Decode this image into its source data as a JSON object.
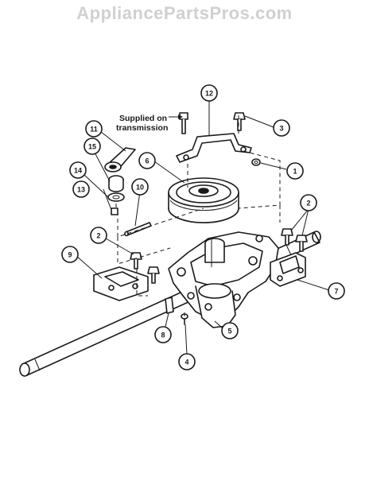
{
  "watermark": "AppliancePartsPros.com",
  "note": {
    "line1": "Supplied on",
    "line2": "transmission"
  },
  "callouts": {
    "c1": "1",
    "c2a": "2",
    "c2b": "2",
    "c3": "3",
    "c4": "4",
    "c5": "5",
    "c6": "6",
    "c7": "7",
    "c8": "8",
    "c9": "9",
    "c10": "10",
    "c11": "11",
    "c12": "12",
    "c13": "13",
    "c14": "14",
    "c15": "15"
  }
}
